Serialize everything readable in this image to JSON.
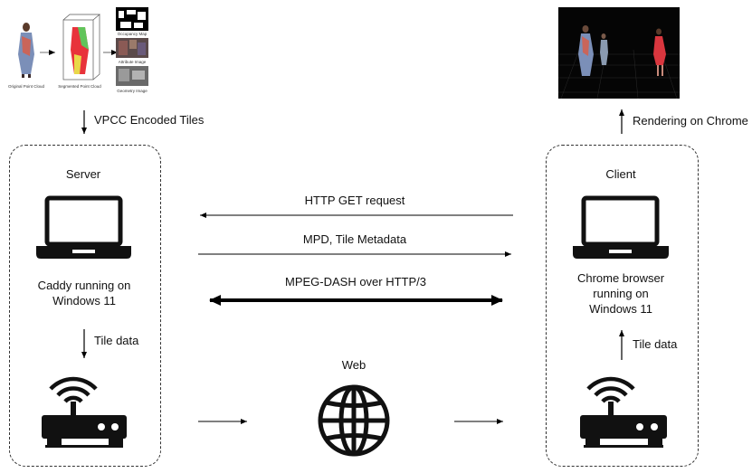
{
  "pipeline": {
    "original_label": "Original Point Cloud",
    "segmented_label": "Segmented Point Cloud",
    "occupancy_label": "Occupancy Map",
    "attribute_label": "Attribute Image",
    "geometry_label": "Geometry Image",
    "encoded_tiles_label": "VPCC Encoded Tiles"
  },
  "server": {
    "title": "Server",
    "caption_line1": "Caddy running on",
    "caption_line2": "Windows 11",
    "tile_data_label": "Tile data"
  },
  "client": {
    "title": "Client",
    "caption_line1": "Chrome browser",
    "caption_line2": "running on",
    "caption_line3": "Windows 11",
    "tile_data_label": "Tile data",
    "rendering_label": "Rendering on Chrome"
  },
  "messages": {
    "get_request": "HTTP GET request",
    "metadata": "MPD, Tile Metadata",
    "dash": "MPEG-DASH over HTTP/3"
  },
  "network": {
    "web_label": "Web"
  }
}
